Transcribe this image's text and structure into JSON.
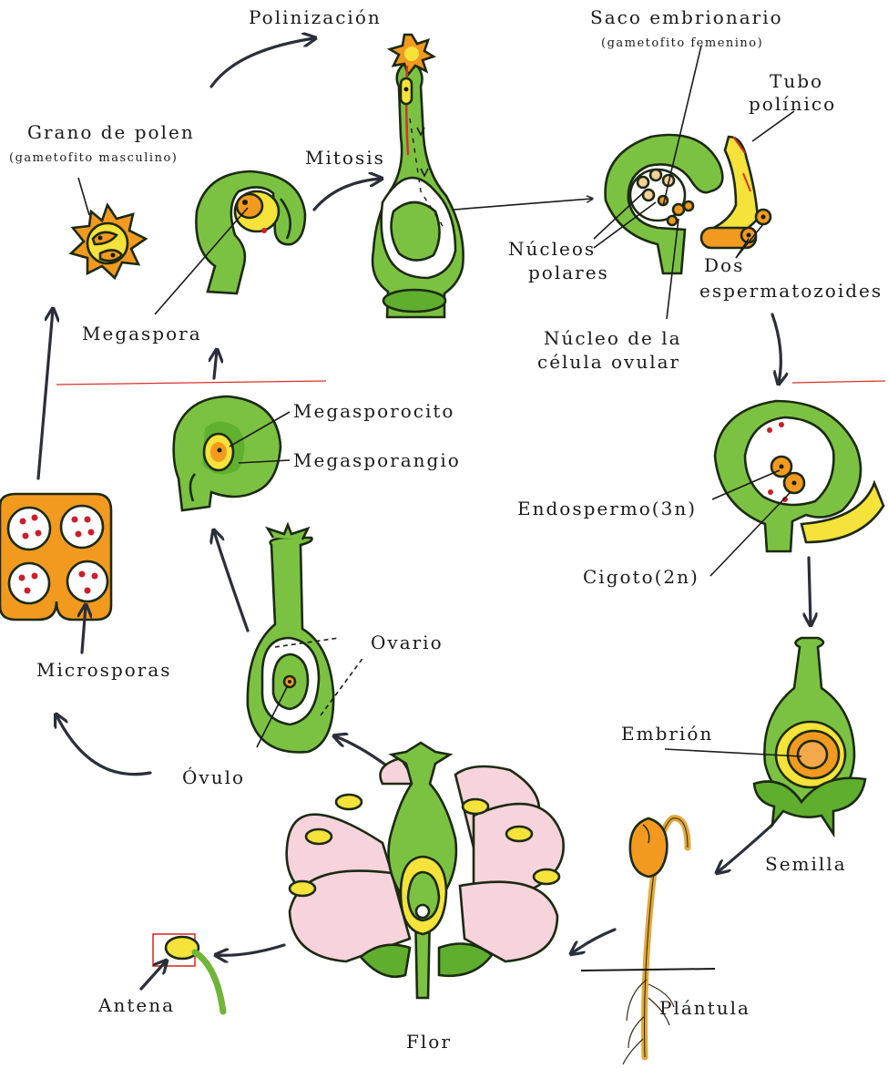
{
  "labels": {
    "polinizacion": "Polinización",
    "saco": "Saco embrionario",
    "saco_sub": "(gametofito femenino)",
    "tubo1": "Tubo",
    "tubo2": "polínico",
    "grano": "Grano de polen",
    "grano_sub": "(gametofito masculino)",
    "mitosis": "Mitosis",
    "nucleos1": "Núcleos",
    "nucleos2": "polares",
    "dos": "Dos",
    "esperma": "espermatozoides",
    "megaspora": "Megaspora",
    "nucleo_la1": "Núcleo de la",
    "nucleo_la2": "célula ovular",
    "megasporocito": "Megasporocito",
    "megasporangio": "Megasporangio",
    "endospermo": "Endospermo(3n)",
    "cigoto": "Cigoto(2n)",
    "microsporas": "Microsporas",
    "ovario": "Ovario",
    "embrion": "Embrión",
    "ovulo": "Óvulo",
    "semilla": "Semilla",
    "antena": "Antena",
    "plantula": "Plántula",
    "flor": "Flor"
  },
  "colors": {
    "green": "#7cc242",
    "dark_green": "#5fae2e",
    "orange": "#f29a1f",
    "yellow": "#f5e23a",
    "red": "#c9202a",
    "pink": "#f7d3dc",
    "arrow": "#2a2f3a"
  }
}
